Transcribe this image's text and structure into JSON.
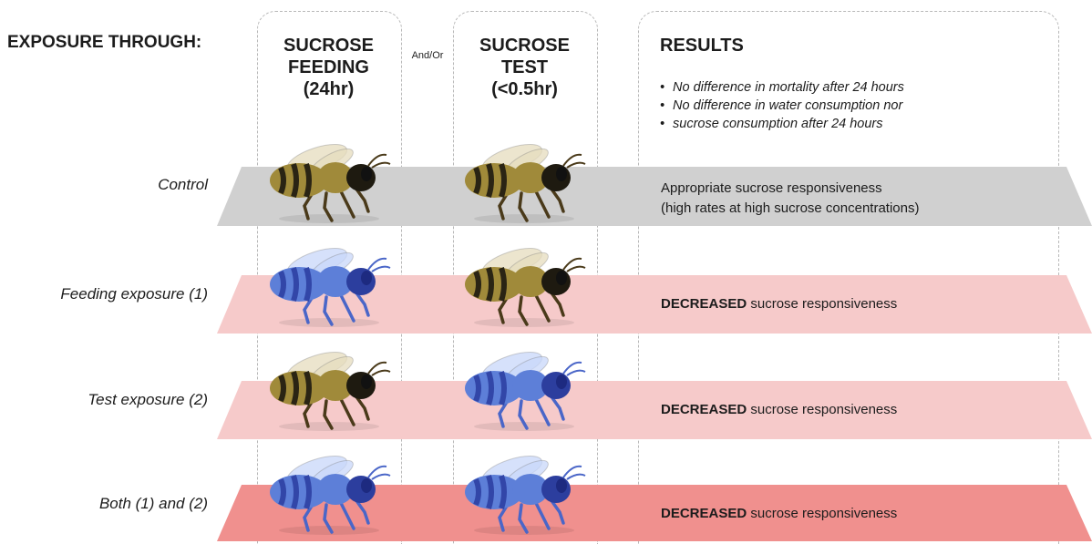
{
  "header": {
    "exposure_label": "EXPOSURE THROUGH:",
    "feeding_col": [
      "SUCROSE",
      "FEEDING",
      "(24hr)"
    ],
    "andor": "And/Or",
    "test_col": [
      "SUCROSE",
      "TEST",
      "(<0.5hr)"
    ],
    "results_col": "RESULTS"
  },
  "results_notes": [
    "No difference in mortality after 24 hours",
    "No difference in water consumption nor",
    "sucrose consumption after 24 hours"
  ],
  "rows": [
    {
      "label": "Control",
      "band_color": "#d0d0d0",
      "feeding_bee": "normal",
      "test_bee": "normal",
      "result_line1": "Appropriate sucrose responsiveness",
      "result_line2": "(high rates at high sucrose concentrations)"
    },
    {
      "label": "Feeding exposure (1)",
      "band_color": "#f6caca",
      "feeding_bee": "blue",
      "test_bee": "normal",
      "result_bold": "DECREASED",
      "result_rest": " sucrose responsiveness"
    },
    {
      "label": "Test exposure (2)",
      "band_color": "#f6caca",
      "feeding_bee": "normal",
      "test_bee": "blue",
      "result_bold": "DECREASED",
      "result_rest": " sucrose responsiveness"
    },
    {
      "label": "Both (1) and (2)",
      "band_color": "#f0908e",
      "feeding_bee": "blue",
      "test_bee": "blue",
      "result_bold": "DECREASED",
      "result_rest": " sucrose responsiveness"
    }
  ],
  "icons": {
    "normal_bee": "honeybee-icon",
    "exposed_bee": "blue-honeybee-icon"
  }
}
